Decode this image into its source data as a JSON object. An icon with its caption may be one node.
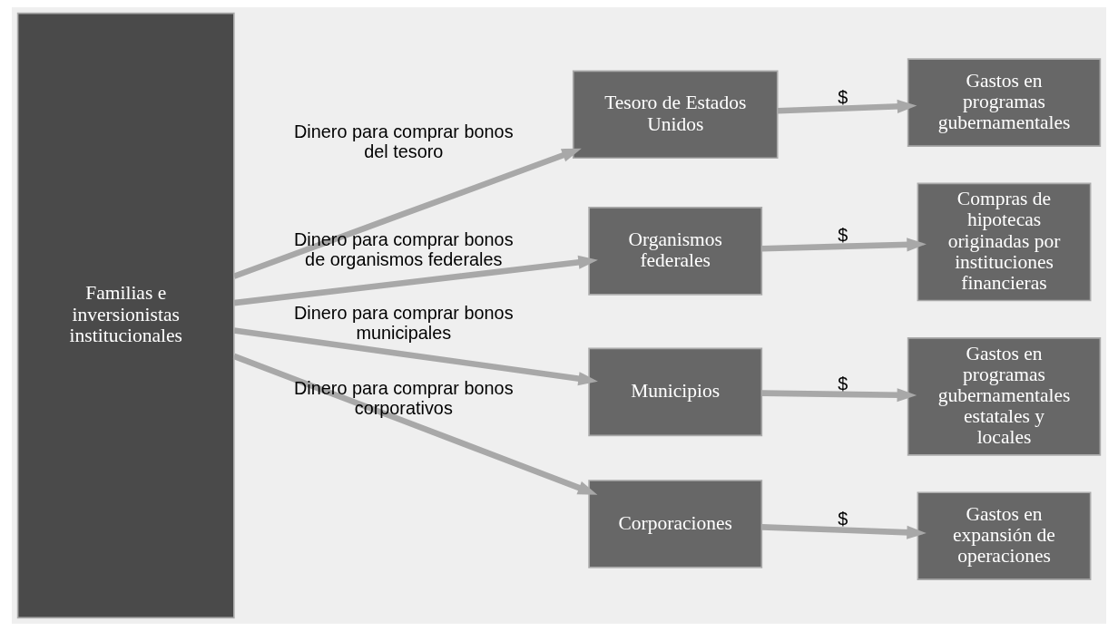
{
  "diagram": {
    "nodes": [
      {
        "text": [
          "Familias e inversionistas institucionales"
        ]
      },
      {
        "text": [
          "Tesoro de Estados Unidos"
        ]
      },
      {
        "text": [
          "Gastos en programas gubernamentales"
        ]
      },
      {
        "text": [
          "Organismos federales"
        ]
      },
      {
        "text": [
          "Compras de hipotecas originadas por instituciones financieras"
        ]
      },
      {
        "text": [
          "Municipios"
        ]
      },
      {
        "text": [
          "Gastos en programas gubernamentales estatales y locales"
        ]
      },
      {
        "text": [
          "Corporaciones"
        ]
      },
      {
        "text": [
          "Gastos en expansión de operaciones"
        ]
      }
    ],
    "edges": [
      {
        "from": 0,
        "to": 1,
        "arrow": "to",
        "label": "Dinero para comprar bonos del tesoro"
      },
      {
        "from": 1,
        "to": 2,
        "arrow": "to",
        "label": "$"
      },
      {
        "from": 0,
        "to": 3,
        "arrow": "to",
        "label": "Dinero para comprar bonos de organismos federales"
      },
      {
        "from": 3,
        "to": 4,
        "arrow": "to",
        "label": "$"
      },
      {
        "from": 0,
        "to": 5,
        "arrow": "to",
        "label": "Dinero para comprar bonos municipales"
      },
      {
        "from": 5,
        "to": 6,
        "arrow": "to",
        "label": "$"
      },
      {
        "from": 0,
        "to": 7,
        "arrow": "to",
        "label": "Dinero para comprar bonos corporativos"
      },
      {
        "from": 7,
        "to": 8,
        "arrow": "to",
        "label": "$"
      }
    ]
  }
}
